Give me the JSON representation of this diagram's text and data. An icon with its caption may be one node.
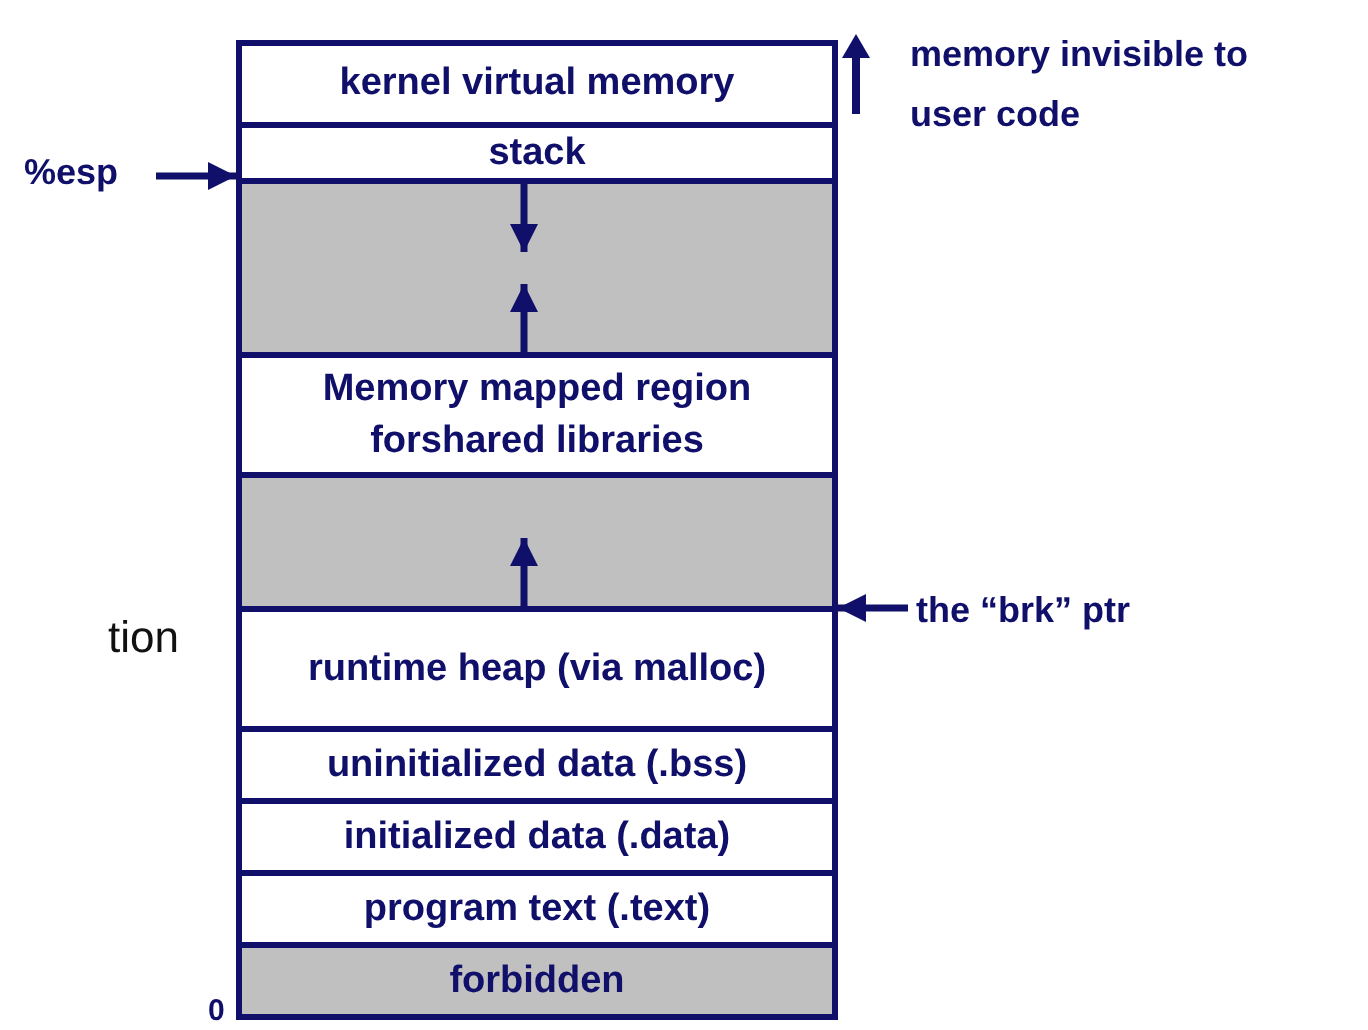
{
  "diagram": {
    "nodes": [
      {
        "text": [
          "kernel virtual memory"
        ]
      },
      {
        "text": [
          "stack"
        ]
      },
      {
        "text": [],
        "shape": "box"
      },
      {
        "text": [
          "Memory mapped region forshared libraries"
        ]
      },
      {
        "text": [],
        "shape": "box"
      },
      {
        "text": [
          "runtime heap (via malloc)"
        ]
      },
      {
        "text": [
          "uninitialized data (.bss)"
        ]
      },
      {
        "text": [
          "initialized data (.data)"
        ]
      },
      {
        "text": [
          "program text (.text)"
        ]
      },
      {
        "text": [
          "forbidden"
        ]
      },
      {
        "text": [
          "%esp"
        ]
      },
      {
        "text": [
          "the “brk” ptr"
        ]
      }
    ],
    "edges": [
      {
        "from": 10,
        "to": 1,
        "arrow": "to"
      },
      {
        "from": 11,
        "to": 5,
        "arrow": "to"
      },
      {
        "from": 1,
        "to": 2,
        "arrow": "to"
      },
      {
        "from": 3,
        "to": 2,
        "arrow": "to"
      },
      {
        "from": 5,
        "to": 4,
        "arrow": "to"
      }
    ],
    "labels": [
      "memory invisible to user code",
      "tion",
      "0"
    ]
  }
}
